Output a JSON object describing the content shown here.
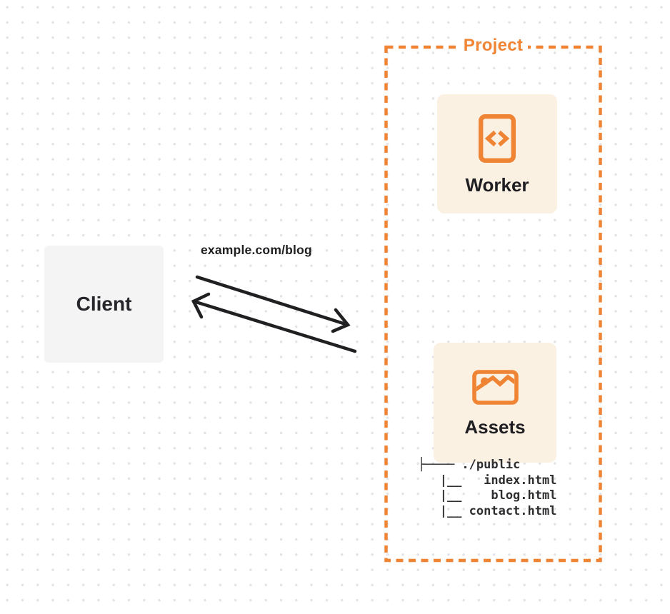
{
  "colors": {
    "accent": "#EE8434",
    "cream": "#FBF1E2",
    "gray_card": "#F4F4F5",
    "ink": "#202022",
    "label_ink": "#1F1F23",
    "tree_ink": "#2E2E30",
    "dot": "#E3E3E7",
    "bg": "#FFFFFF"
  },
  "client": {
    "label": "Client"
  },
  "request": {
    "url_label": "example.com/blog"
  },
  "project": {
    "label": "Project",
    "worker": {
      "label": "Worker",
      "icon": "code-file-icon"
    },
    "assets": {
      "label": "Assets",
      "icon": "image-icon",
      "file_tree": {
        "lines": [
          "├──── ./public",
          "   |__   index.html",
          "   |__    blog.html",
          "   |__ contact.html"
        ]
      }
    }
  }
}
